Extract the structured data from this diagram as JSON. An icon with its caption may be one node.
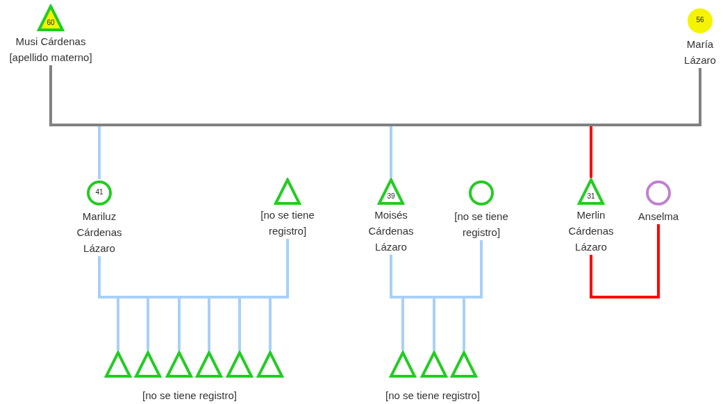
{
  "diagram": {
    "nodes": [
      {
        "text": [
          "60",
          "Musi Cárdenas [apellido materno]"
        ]
      },
      {
        "text": [
          "56",
          "María Lázaro"
        ]
      },
      {
        "text": [
          "41",
          "Mariluz Cárdenas Lázaro"
        ]
      },
      {
        "text": [
          "[no se tiene registro]"
        ]
      },
      {
        "text": [
          "39",
          "Moisés Cárdenas Lázaro"
        ]
      },
      {
        "text": [
          "[no se tiene registro]"
        ]
      },
      {
        "text": [
          "31",
          "Merlin Cárdenas Lázaro"
        ]
      },
      {
        "text": [
          "Anselma"
        ]
      },
      {
        "text": [],
        "shape": "triangle"
      },
      {
        "text": [],
        "shape": "triangle"
      },
      {
        "text": [],
        "shape": "triangle"
      },
      {
        "text": [],
        "shape": "triangle"
      },
      {
        "text": [],
        "shape": "triangle"
      },
      {
        "text": [],
        "shape": "triangle"
      },
      {
        "text": [],
        "shape": "triangle"
      },
      {
        "text": [],
        "shape": "triangle"
      },
      {
        "text": [],
        "shape": "triangle"
      }
    ],
    "edges": [
      {
        "from": 0,
        "to": 1,
        "arrow": "none",
        "color": "#808080"
      },
      {
        "from": 0,
        "to": 2,
        "arrow": "none"
      },
      {
        "from": 1,
        "to": 2,
        "arrow": "none"
      },
      {
        "from": 0,
        "to": 4,
        "arrow": "none"
      },
      {
        "from": 1,
        "to": 4,
        "arrow": "none"
      },
      {
        "from": 0,
        "to": 6,
        "arrow": "none",
        "color": "#ff0000"
      },
      {
        "from": 1,
        "to": 6,
        "arrow": "none",
        "color": "#ff0000"
      },
      {
        "from": 2,
        "to": 3,
        "arrow": "none"
      },
      {
        "from": 4,
        "to": 5,
        "arrow": "none"
      },
      {
        "from": 6,
        "to": 7,
        "arrow": "none",
        "color": "#ff0000"
      },
      {
        "from": 2,
        "to": 8,
        "arrow": "none"
      },
      {
        "from": 3,
        "to": 8,
        "arrow": "none"
      },
      {
        "from": 2,
        "to": 9,
        "arrow": "none"
      },
      {
        "from": 3,
        "to": 9,
        "arrow": "none"
      },
      {
        "from": 2,
        "to": 10,
        "arrow": "none"
      },
      {
        "from": 3,
        "to": 10,
        "arrow": "none"
      },
      {
        "from": 2,
        "to": 11,
        "arrow": "none"
      },
      {
        "from": 3,
        "to": 11,
        "arrow": "none"
      },
      {
        "from": 2,
        "to": 12,
        "arrow": "none"
      },
      {
        "from": 3,
        "to": 12,
        "arrow": "none"
      },
      {
        "from": 2,
        "to": 13,
        "arrow": "none"
      },
      {
        "from": 3,
        "to": 13,
        "arrow": "none"
      },
      {
        "from": 4,
        "to": 14,
        "arrow": "none"
      },
      {
        "from": 5,
        "to": 14,
        "arrow": "none"
      },
      {
        "from": 4,
        "to": 15,
        "arrow": "none"
      },
      {
        "from": 5,
        "to": 15,
        "arrow": "none"
      },
      {
        "from": 4,
        "to": 16,
        "arrow": "none"
      },
      {
        "from": 5,
        "to": 16,
        "arrow": "none"
      }
    ],
    "labels": [
      "[no se tiene registro]",
      "[no se tiene registro]"
    ]
  }
}
